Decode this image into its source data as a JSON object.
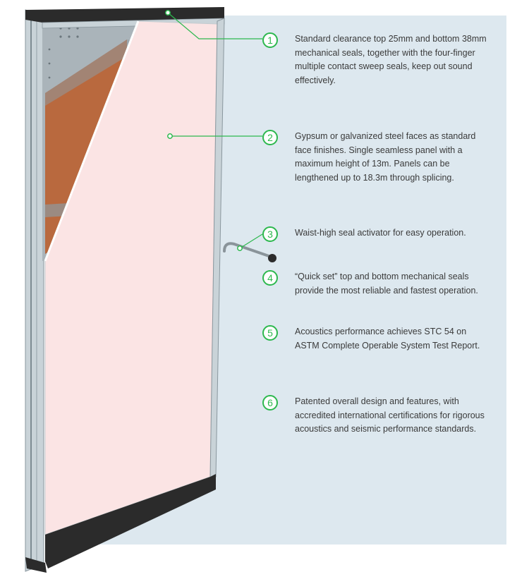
{
  "colors": {
    "accent": "#2db84e",
    "background_panel": "#dde8ef",
    "panel_face": "#fbe4e4",
    "core": "#b9693e",
    "frame": "#2b2b2b"
  },
  "callouts": [
    {
      "number": "1",
      "text": "Standard clearance top 25mm and bottom 38mm mechanical seals, together with the four-finger multiple contact sweep seals, keep out sound effectively."
    },
    {
      "number": "2",
      "text": "Gypsum or galvanized steel faces as standard face finishes. Single seamless panel with a maximum height of 13m. Panels can be lengthened up to 18.3m through splicing."
    },
    {
      "number": "3",
      "text": "Waist-high seal activator for easy operation."
    },
    {
      "number": "4",
      "text": "“Quick set” top and bottom mechanical seals provide the most reliable and fastest operation."
    },
    {
      "number": "5",
      "text": "Acoustics performance achieves STC 54 on ASTM Complete Operable System Test Report."
    },
    {
      "number": "6",
      "text": "Patented overall design and features, with accredited international certifications for rigorous acoustics and seismic performance standards."
    }
  ]
}
